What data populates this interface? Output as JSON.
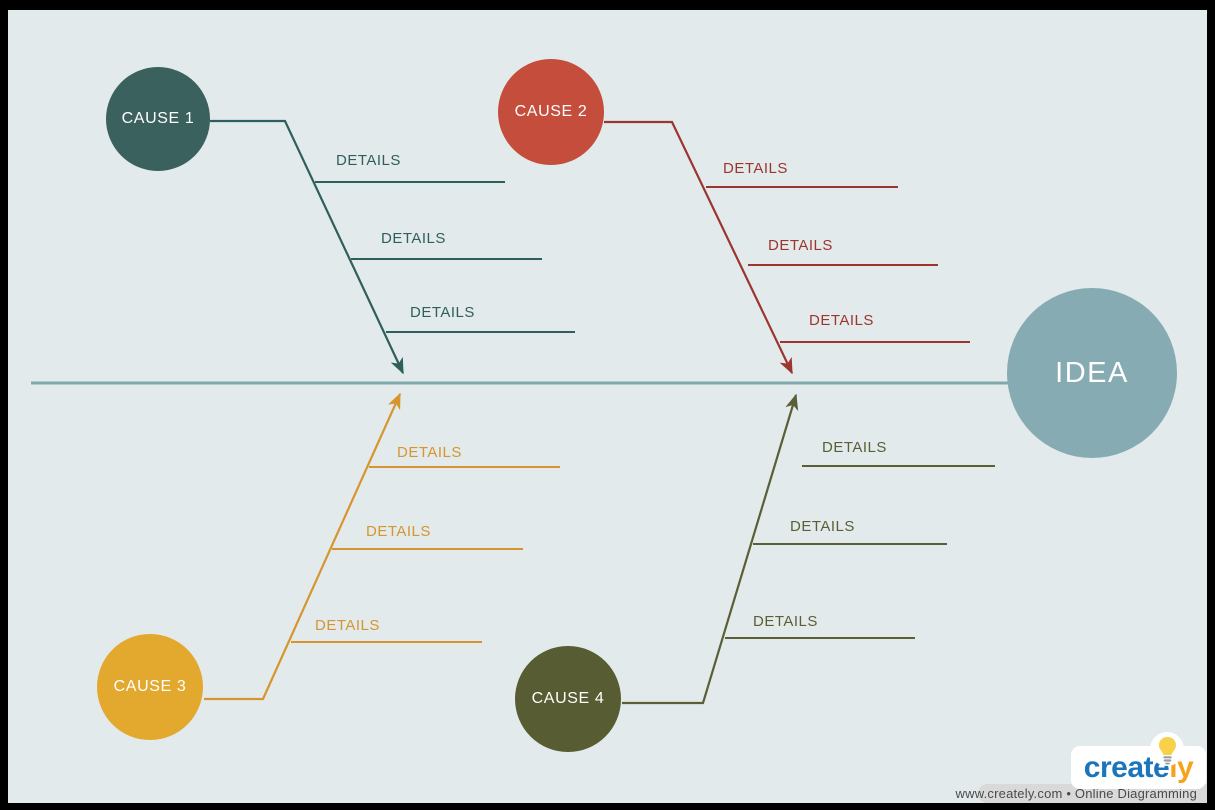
{
  "colors": {
    "background": "#e3eaeb",
    "frame_border": "#000000",
    "spine": "#7fa9ab"
  },
  "idea": {
    "label": "IDEA",
    "circle_color": "#86abb3",
    "text_color": "#ffffff"
  },
  "causes": [
    {
      "label": "CAUSE 1",
      "circle_color": "#3a615e",
      "accent_color": "#2f5f5c",
      "details": [
        "DETAILS",
        "DETAILS",
        "DETAILS"
      ]
    },
    {
      "label": "CAUSE 2",
      "circle_color": "#c54d3c",
      "accent_color": "#9a362f",
      "details": [
        "DETAILS",
        "DETAILS",
        "DETAILS"
      ]
    },
    {
      "label": "CAUSE 3",
      "circle_color": "#e3a82e",
      "accent_color": "#d6952f",
      "details": [
        "DETAILS",
        "DETAILS",
        "DETAILS"
      ]
    },
    {
      "label": "CAUSE 4",
      "circle_color": "#575c32",
      "accent_color": "#5a5f35",
      "details": [
        "DETAILS",
        "DETAILS",
        "DETAILS"
      ]
    }
  ],
  "footer": {
    "logo_create": "create",
    "logo_ly": "ly",
    "logo_create_color": "#1b75bb",
    "logo_ly_color": "#f7a21d",
    "bulb_color": "#f8d04a",
    "bulb_base_color": "#9aa0a6",
    "tagline": "www.creately.com • Online Diagramming"
  }
}
